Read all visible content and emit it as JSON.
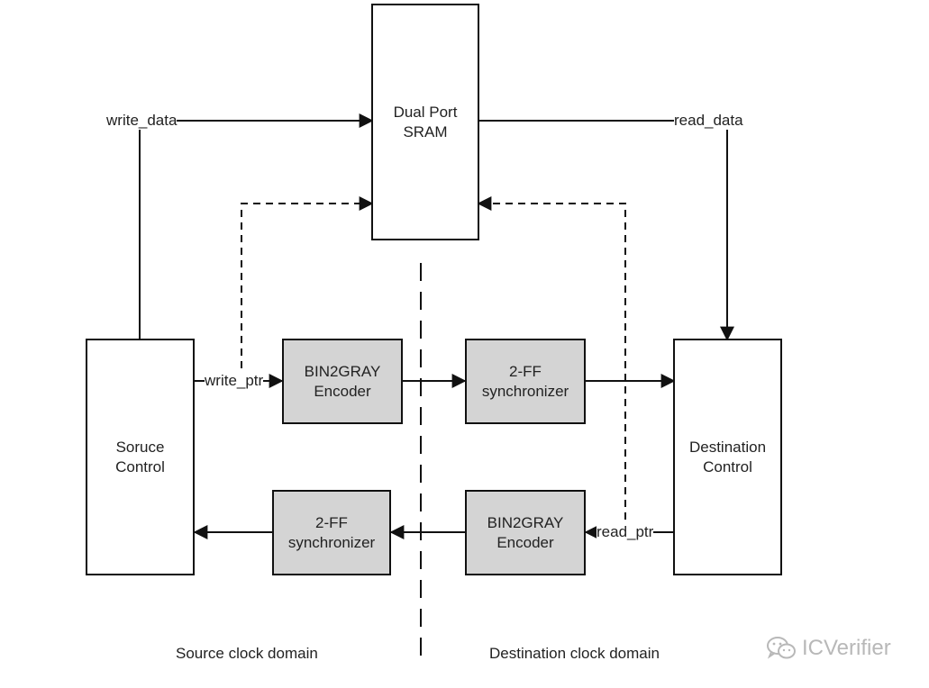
{
  "blocks": {
    "sram": "Dual Port\nSRAM",
    "source_control": "Soruce\nControl",
    "destination_control": "Destination\nControl",
    "bin2gray_top": "BIN2GRAY\nEncoder",
    "sync_top": "2-FF\nsynchronizer",
    "bin2gray_bottom": "BIN2GRAY\nEncoder",
    "sync_bottom": "2-FF\nsynchronizer"
  },
  "signals": {
    "write_data": "write_data",
    "read_data": "read_data",
    "write_ptr": "write_ptr",
    "read_ptr": "read_ptr"
  },
  "domains": {
    "source": "Source clock domain",
    "destination": "Destination clock domain"
  },
  "watermark": {
    "text": "ICVerifier",
    "icon": "wechat-icon"
  }
}
